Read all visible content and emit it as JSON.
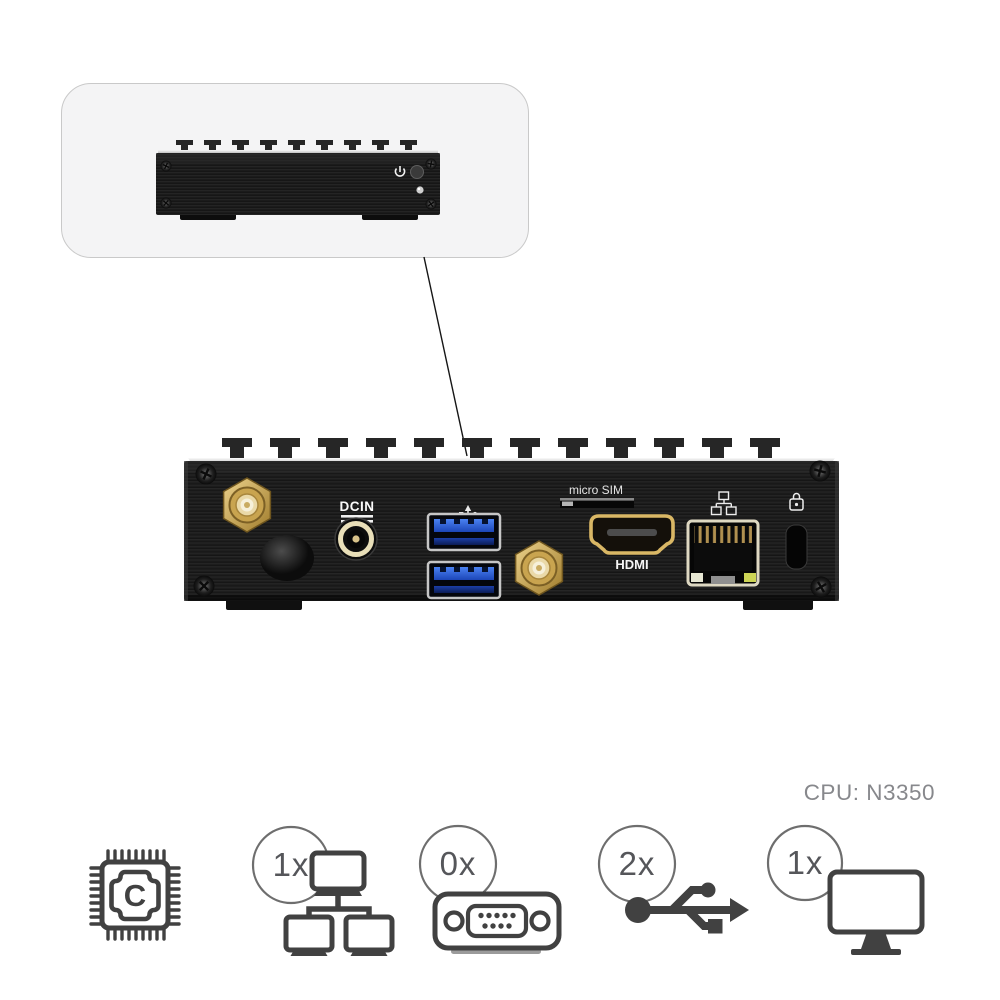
{
  "product": {
    "cpu_label": "CPU: N3350"
  },
  "rear": {
    "labels": {
      "dcin": "DCIN",
      "micro_sim": "micro SIM",
      "hdmi": "HDMI"
    }
  },
  "specs": [
    {
      "id": "cpu-chip",
      "letter": "C",
      "count": "",
      "icon": "cpu-chip-icon"
    },
    {
      "id": "ethernet",
      "count": "1x",
      "icon": "lan-network-icon"
    },
    {
      "id": "serial-port",
      "count": "0x",
      "icon": "serial-db9-icon"
    },
    {
      "id": "usb-ports",
      "count": "2x",
      "icon": "usb-icon"
    },
    {
      "id": "display-out",
      "count": "1x",
      "icon": "monitor-icon"
    }
  ],
  "colors": {
    "panel_black": "#1c1c1c",
    "accent_gold": "#c9a44f",
    "usb_blue": "#2f63d8",
    "icon_stroke": "#414141",
    "text_gray": "#87888c"
  }
}
